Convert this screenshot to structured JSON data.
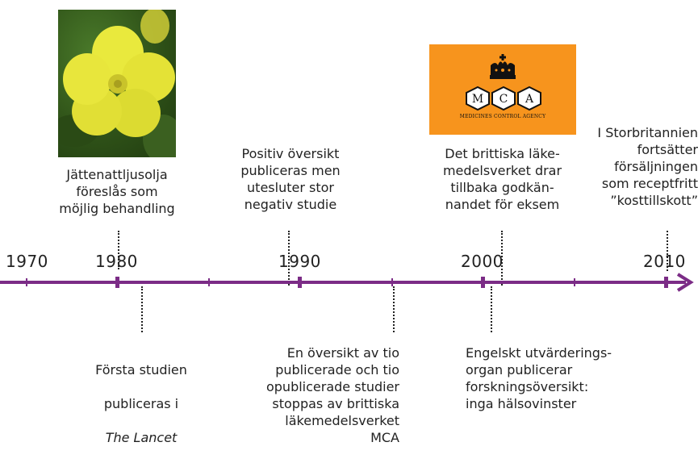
{
  "years": [
    "1970",
    "1980",
    "1990",
    "2000",
    "2010"
  ],
  "events_above": [
    {
      "text": "Jättenattljusolja\nföreslås som\nmöjlig behandling"
    },
    {
      "text": "Positiv översikt\npubliceras men\nutesluter stor\nnegativ studie"
    },
    {
      "text": "Det brittiska läke-\nmedelsverket drar\ntillbaka godkän-\nnandet för eksem"
    },
    {
      "text": "I Storbritannien\nfortsätter\nförsäljningen\nsom receptfritt\n”kosttillskott”"
    }
  ],
  "events_below": [
    {
      "text_line1": "Första studien",
      "text_line2": "publiceras i",
      "text_italic": "The Lancet"
    },
    {
      "text": "En översikt av tio\npublicerade och tio\nopublicerade studier\nstoppas av brittiska\nläkemedelsverket MCA"
    },
    {
      "text": "Engelskt utvärderings-\norgan publicerar\nforskningsöversikt:\ninga hälsovinster"
    }
  ],
  "images": {
    "flower": {
      "icon": "evening-primrose-flower-photo"
    },
    "mca_logo": {
      "letters": [
        "M",
        "C",
        "A"
      ],
      "caption": "MEDICINES CONTROL AGENCY",
      "color": "#f7941d"
    }
  },
  "colors": {
    "axis": "#7b2c86"
  }
}
